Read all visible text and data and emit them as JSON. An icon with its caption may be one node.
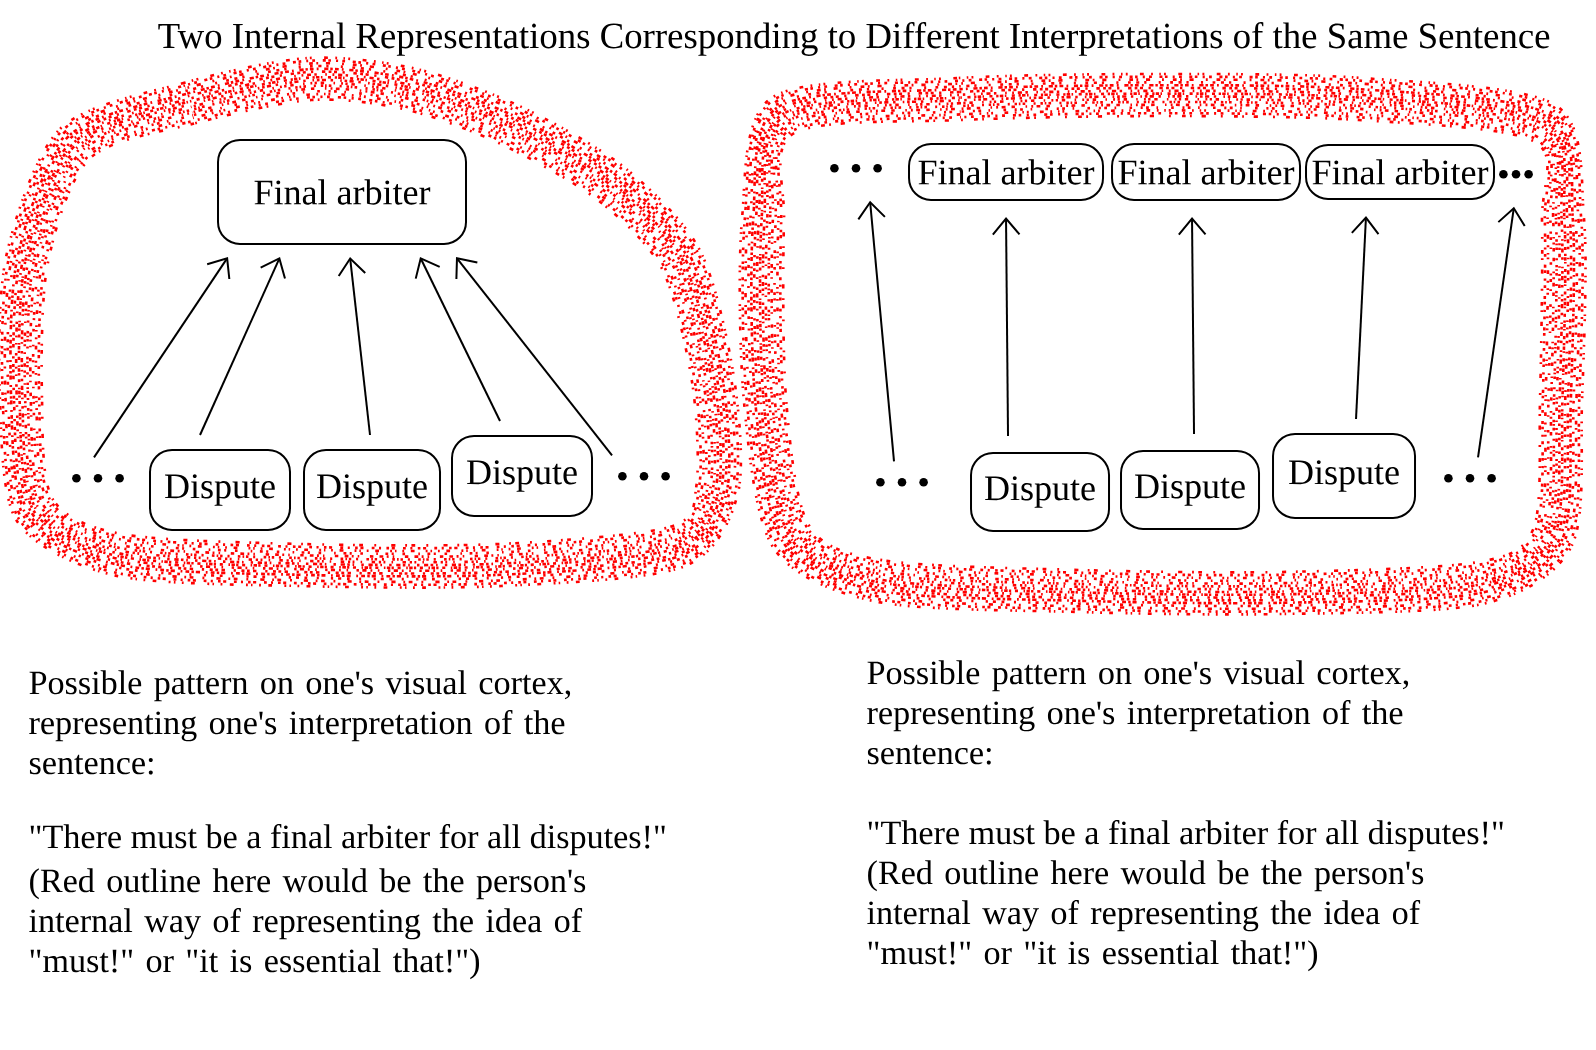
{
  "diagram": {
    "title": "Two Internal Representations Corresponding to Different Interpretations of the Same Sentence",
    "nodes": [
      {
        "text": [],
        "shape": "box",
        "beside": [
          "Possible pattern on one's visual cortex, representing one's interpretation of the sentence:",
          "\"There must be a final arbiter for all disputes!\"",
          "(Red outline here would be the person's internal way of representing the idea of \"must!\" or \"it is essential that!\")"
        ]
      },
      {
        "text": [
          "Final arbiter"
        ],
        "in": 0
      },
      {
        "text": [
          "• • •"
        ],
        "in": 0
      },
      {
        "text": [
          "Dispute"
        ],
        "in": 0
      },
      {
        "text": [
          "Dispute"
        ],
        "in": 0
      },
      {
        "text": [
          "Dispute"
        ],
        "in": 0
      },
      {
        "text": [
          "• • •"
        ],
        "in": 0
      },
      {
        "text": [],
        "shape": "box",
        "beside": [
          "Possible pattern on one's visual cortex, representing one's interpretation of the sentence:",
          "\"There must be a final arbiter for all disputes!\"",
          "(Red outline here would be the person's internal way of representing the idea of \"must!\" or \"it is essential that!\")"
        ]
      },
      {
        "text": [
          "• • •"
        ],
        "in": 7
      },
      {
        "text": [
          "Final arbiter"
        ],
        "in": 7
      },
      {
        "text": [
          "Final arbiter"
        ],
        "in": 7
      },
      {
        "text": [
          "Final arbiter"
        ],
        "in": 7
      },
      {
        "text": [
          "•••"
        ],
        "in": 7
      },
      {
        "text": [
          "• • •"
        ],
        "in": 7
      },
      {
        "text": [
          "Dispute"
        ],
        "in": 7
      },
      {
        "text": [
          "Dispute"
        ],
        "in": 7
      },
      {
        "text": [
          "Dispute"
        ],
        "in": 7
      },
      {
        "text": [
          "• • •"
        ],
        "in": 7
      }
    ],
    "edges": [
      {
        "from": 2,
        "to": 1,
        "arrow": "to"
      },
      {
        "from": 3,
        "to": 1,
        "arrow": "to"
      },
      {
        "from": 4,
        "to": 1,
        "arrow": "to"
      },
      {
        "from": 5,
        "to": 1,
        "arrow": "to"
      },
      {
        "from": 6,
        "to": 1,
        "arrow": "to"
      },
      {
        "from": 13,
        "to": 8,
        "arrow": "to"
      },
      {
        "from": 14,
        "to": 9,
        "arrow": "to"
      },
      {
        "from": 15,
        "to": 10,
        "arrow": "to"
      },
      {
        "from": 16,
        "to": 11,
        "arrow": "to"
      },
      {
        "from": 17,
        "to": 12,
        "arrow": "to"
      }
    ]
  }
}
